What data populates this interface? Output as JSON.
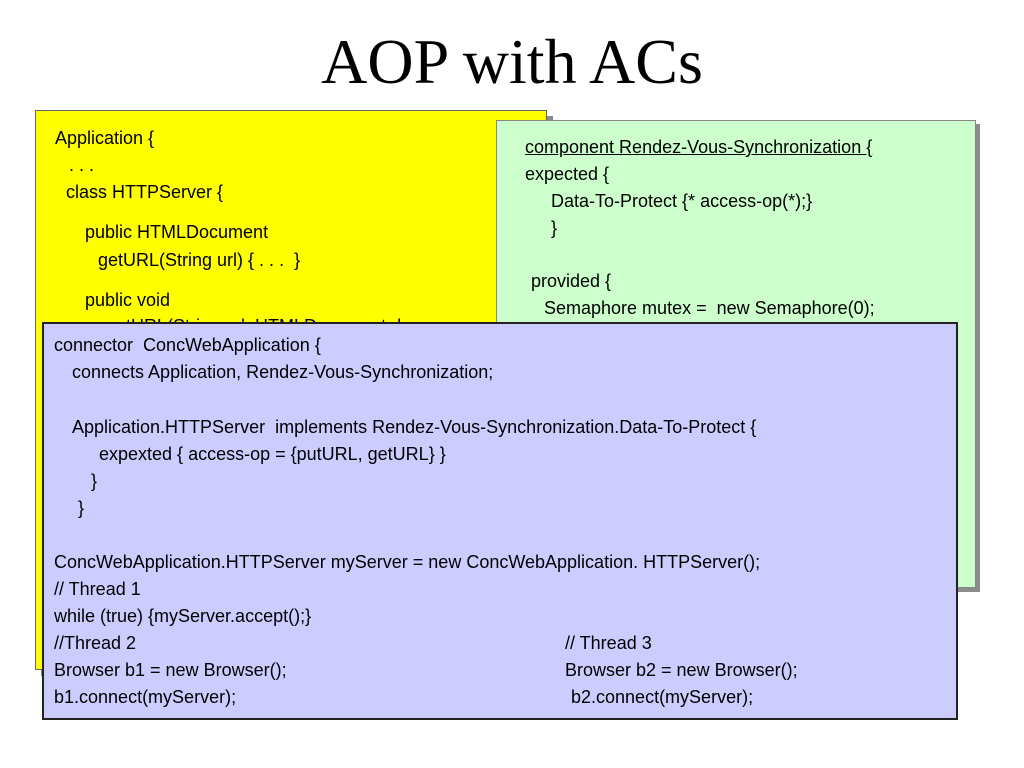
{
  "slide": {
    "title": "AOP with ACs"
  },
  "application_box": {
    "lines": [
      "Application {",
      " . . .",
      "class HTTPServer {",
      "public HTMLDocument",
      "getURL(String url) { . . .  }",
      "public void",
      "putURL(String url, HTMLDocument doc"
    ]
  },
  "component_box": {
    "header": "component Rendez-Vous-Synchronization {",
    "lines": [
      "expected {",
      "Data-To-Protect {* access-op(*);}",
      "}",
      "provided {",
      "Semaphore mutex =  new Semaphore(0);"
    ]
  },
  "connector_box": {
    "lines": [
      "connector  ConcWebApplication {",
      "connects Application, Rendez-Vous-Synchronization;",
      "Application.HTTPServer  implements Rendez-Vous-Synchronization.Data-To-Protect {",
      "expexted { access-op = {putURL, getURL} }",
      "}",
      "}",
      "ConcWebApplication.HTTPServer myServer = new ConcWebApplication. HTTPServer();",
      "// Thread 1",
      "while (true) {myServer.accept();}",
      "//Thread 2",
      "// Thread 3",
      "Browser b1 = new Browser();",
      "Browser b2 = new Browser();",
      "b1.connect(myServer);",
      "b2.connect(myServer);"
    ]
  },
  "colors": {
    "application_bg": "#ffff00",
    "component_bg": "#ccffcc",
    "connector_bg": "#ccccff"
  }
}
